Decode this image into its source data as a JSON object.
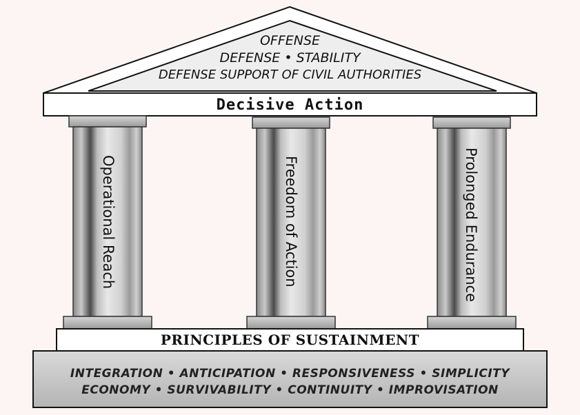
{
  "roof": {
    "line1": "OFFENSE",
    "line2": "DEFENSE • STABILITY",
    "line3": "DEFENSE SUPPORT OF CIVIL AUTHORITIES"
  },
  "entablature": {
    "label": "Decisive Action"
  },
  "pillars": [
    {
      "label": "Operational Reach"
    },
    {
      "label": "Freedom of Action"
    },
    {
      "label": "Prolonged Endurance"
    }
  ],
  "foundation": {
    "title": "PRINCIPLES OF SUSTAINMENT",
    "line1": "INTEGRATION • ANTICIPATION • RESPONSIVENESS • SIMPLICITY",
    "line2": "ECONOMY • SURVIVABILITY • CONTINUITY • IMPROVISATION"
  }
}
